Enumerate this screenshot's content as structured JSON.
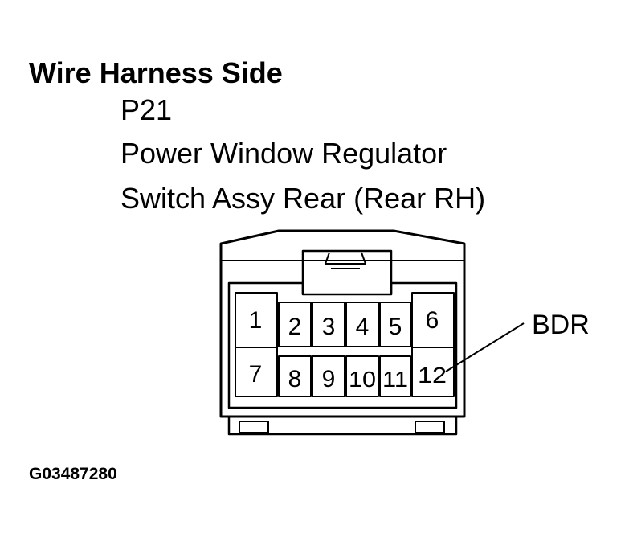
{
  "heading": "Wire Harness Side",
  "connector": {
    "code": "P21",
    "name_line1": "Power Window Regulator",
    "name_line2": "Switch Assy Rear (Rear RH)",
    "pins": {
      "p1": "1",
      "p2": "2",
      "p3": "3",
      "p4": "4",
      "p5": "5",
      "p6": "6",
      "p7": "7",
      "p8": "8",
      "p9": "9",
      "p10": "10",
      "p11": "11",
      "p12": "12"
    },
    "callout": "BDR"
  },
  "figure_id": "G03487280"
}
